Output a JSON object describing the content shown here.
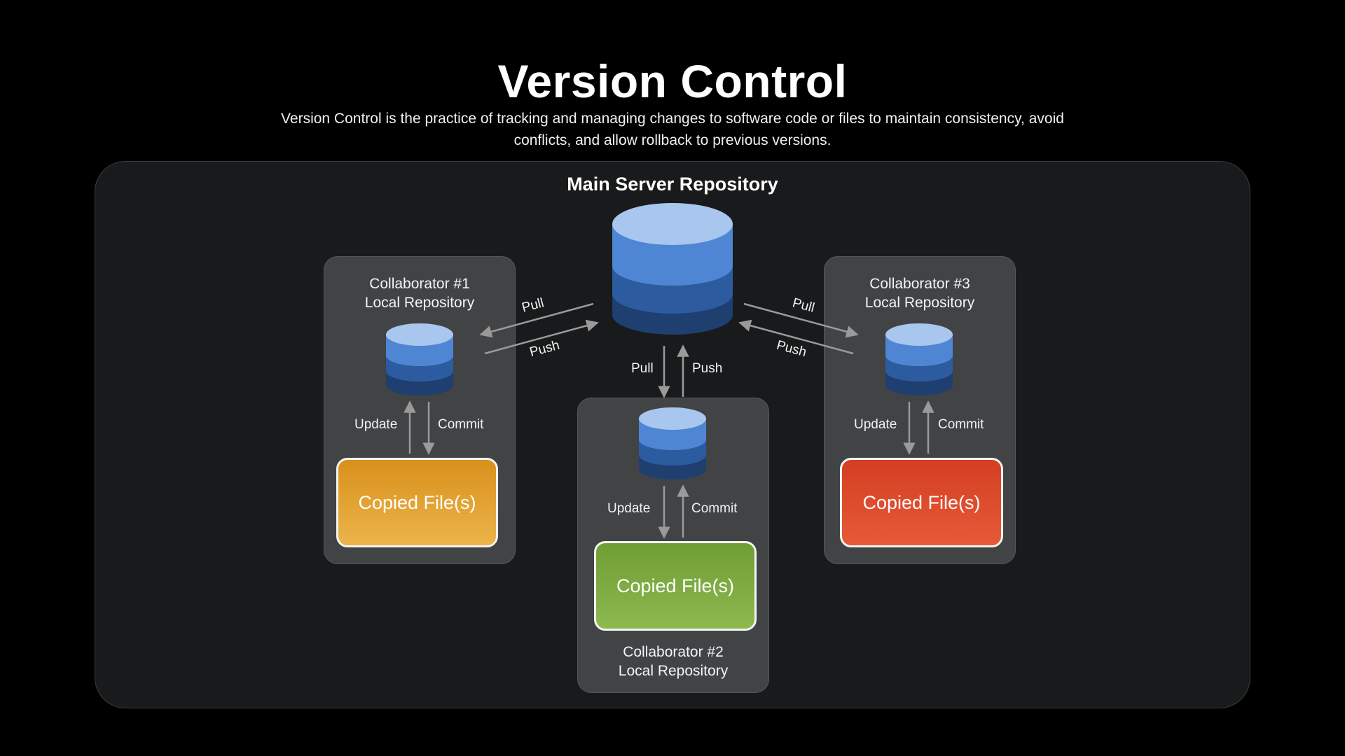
{
  "title": "Version Control",
  "subtitle": "Version Control is the practice of tracking and managing changes to software code or files to maintain consistency, avoid conflicts, and allow rollback to previous versions.",
  "server": {
    "label": "Main Server Repository"
  },
  "collaborators": [
    {
      "name": "Collaborator #1",
      "repo": "Local Repository",
      "files": "Copied File(s)",
      "color": "#e8a838"
    },
    {
      "name": "Collaborator #2",
      "repo": "Local Repository",
      "files": "Copied File(s)",
      "color": "#7fad42"
    },
    {
      "name": "Collaborator #3",
      "repo": "Local Repository",
      "files": "Copied File(s)",
      "color": "#e04e2e"
    }
  ],
  "flows": {
    "pull": "Pull",
    "push": "Push",
    "update": "Update",
    "commit": "Commit"
  },
  "colors": {
    "background": "#000000",
    "panel": "#191a1b",
    "collab_box": "#414345",
    "db_top": "#a9c6ee",
    "db_layer1": "#4f86d4",
    "db_layer2": "#2c5ba0",
    "db_layer3": "#1e3f70",
    "arrow": "#9a9a9a"
  }
}
